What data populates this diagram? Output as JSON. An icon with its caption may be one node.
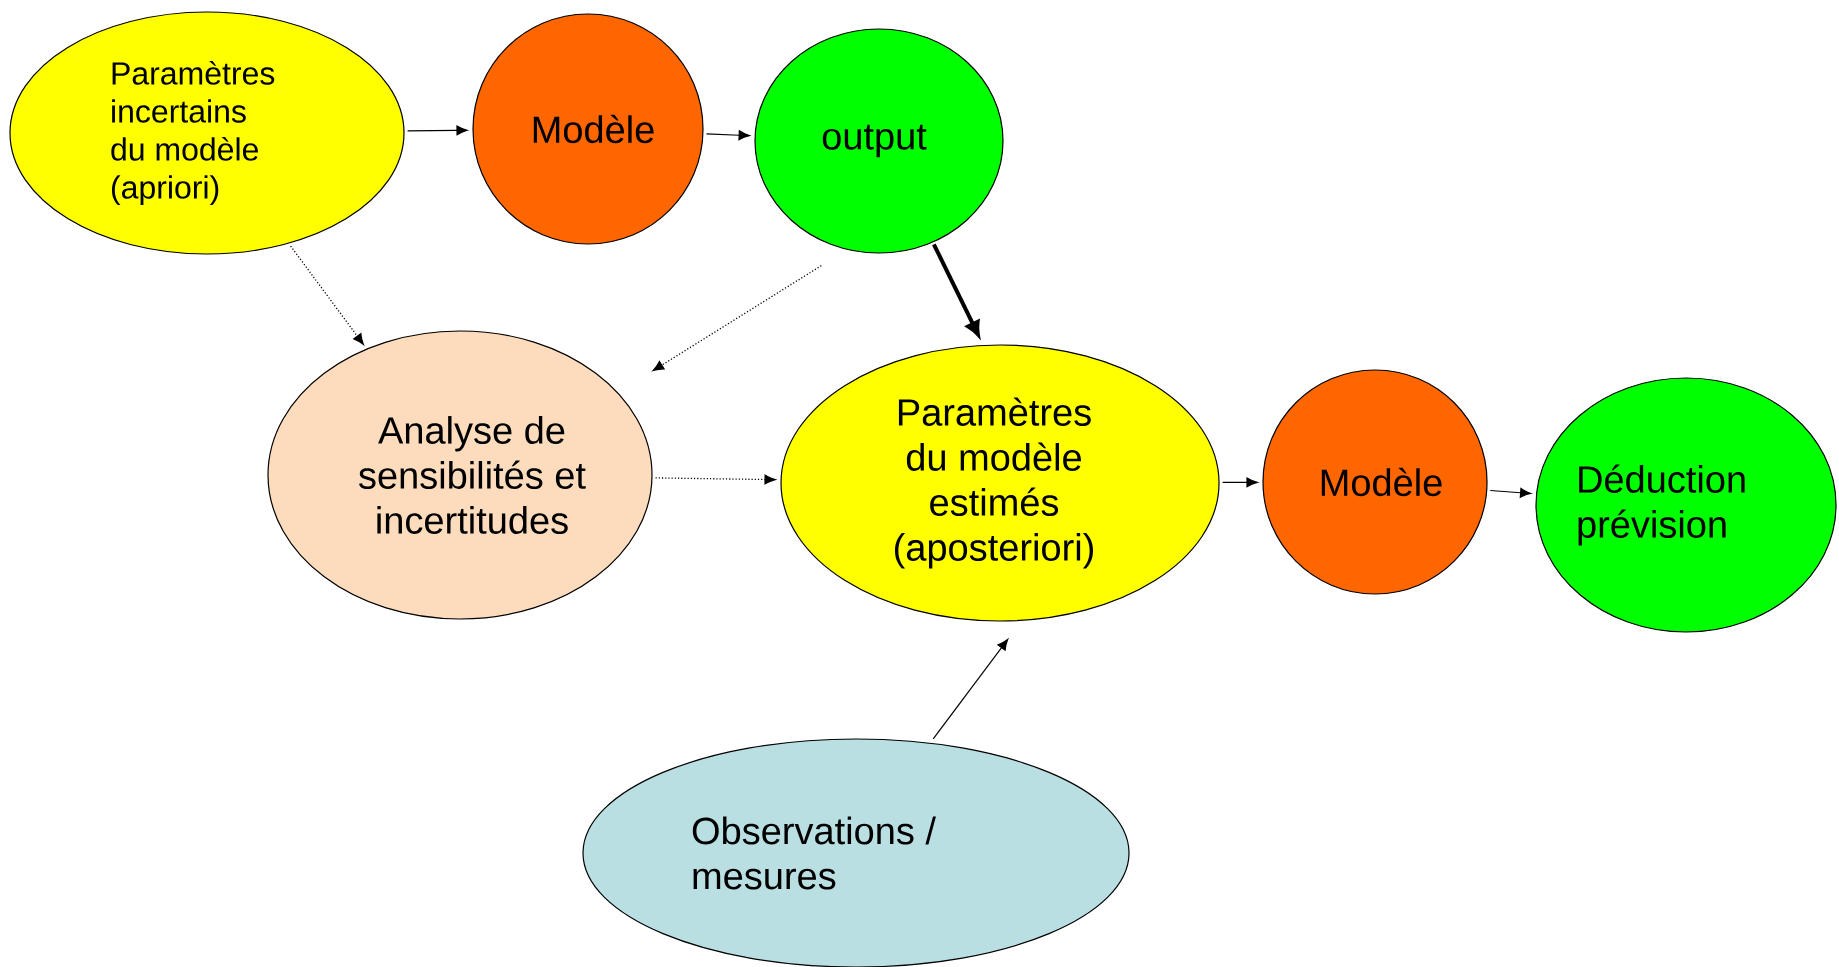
{
  "diagram": {
    "nodes": [
      {
        "text": [
          "Paramètres incertains du modèle (apriori)"
        ]
      },
      {
        "text": [
          "Modèle"
        ]
      },
      {
        "text": [
          "output"
        ]
      },
      {
        "text": [
          "Analyse de sensibilités et incertitudes"
        ]
      },
      {
        "text": [
          "Paramètres du modèle estimés (aposteriori)"
        ]
      },
      {
        "text": [
          "Modèle"
        ]
      },
      {
        "text": [
          "Déduction prévision"
        ]
      },
      {
        "text": [
          "Observations / mesures"
        ]
      }
    ],
    "edges": [
      {
        "from": 0,
        "to": 1,
        "arrow": "to"
      },
      {
        "from": 1,
        "to": 2,
        "arrow": "to"
      },
      {
        "from": 0,
        "to": 3,
        "arrow": "to",
        "style": "dashed"
      },
      {
        "from": 2,
        "to": 3,
        "arrow": "to",
        "style": "dashed"
      },
      {
        "from": 3,
        "to": 4,
        "arrow": "to",
        "style": "dashed"
      },
      {
        "from": 2,
        "to": 4,
        "arrow": "to",
        "style": "thick"
      },
      {
        "from": 4,
        "to": 5,
        "arrow": "to"
      },
      {
        "from": 5,
        "to": 6,
        "arrow": "to"
      },
      {
        "from": 7,
        "to": 4,
        "arrow": "to"
      }
    ]
  }
}
